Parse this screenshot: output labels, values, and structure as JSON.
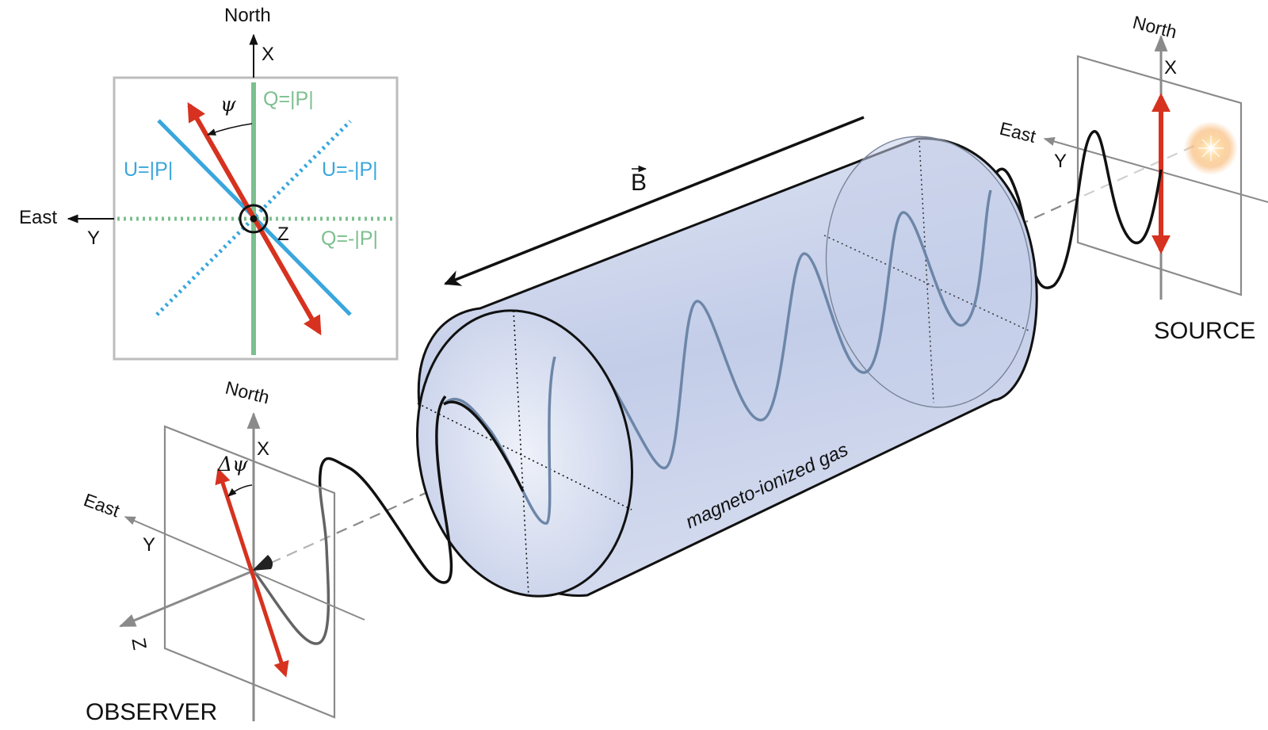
{
  "inset": {
    "north": "North",
    "x_axis": "X",
    "east": "East",
    "y_axis": "Y",
    "z_axis": "Z",
    "psi": "ψ",
    "q_pos": "Q=|P|",
    "q_neg": "Q=-|P|",
    "u_pos": "U=|P|",
    "u_neg": "U=-|P|"
  },
  "observer": {
    "title": "OBSERVER",
    "north": "North",
    "x_axis": "X",
    "east": "East",
    "y_axis": "Y",
    "z_axis": "Z",
    "delta_psi": "Δψ"
  },
  "source": {
    "title": "SOURCE",
    "north": "North",
    "x_axis": "X",
    "east": "East",
    "y_axis": "Y"
  },
  "cylinder": {
    "field_label": "B",
    "gas_label": "magneto-ionized gas"
  },
  "colors": {
    "polarization_vector": "#d6321f",
    "u_lines": "#3aa6dd",
    "q_lines": "#7cbf8f",
    "cylinder_fill": "#c5cfe8",
    "inner_wave": "#6d86a8",
    "axis_gray": "#8a8a8a"
  }
}
